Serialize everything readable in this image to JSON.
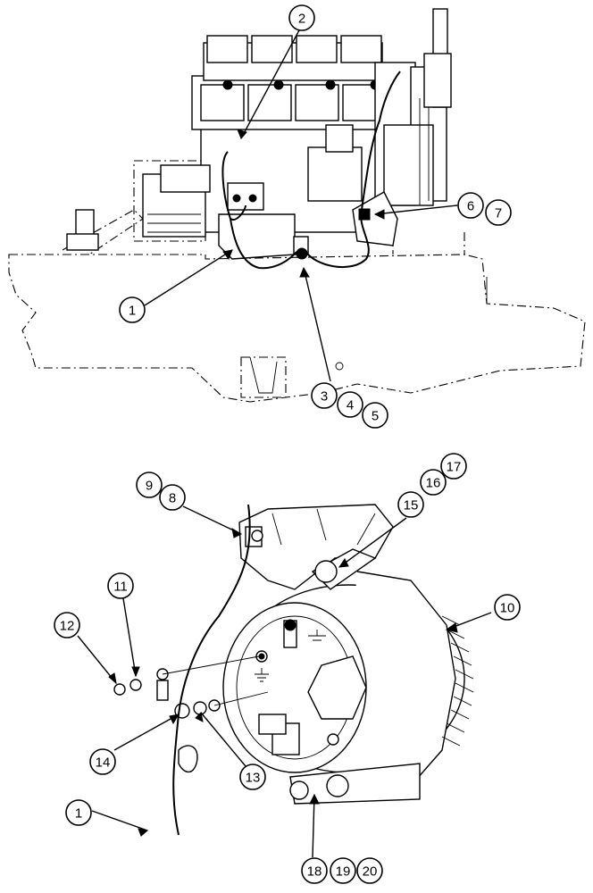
{
  "callouts": [
    {
      "id": "c1a",
      "label": "1"
    },
    {
      "id": "c2",
      "label": "2"
    },
    {
      "id": "c3",
      "label": "3"
    },
    {
      "id": "c4",
      "label": "4"
    },
    {
      "id": "c5",
      "label": "5"
    },
    {
      "id": "c6",
      "label": "6"
    },
    {
      "id": "c7",
      "label": "7"
    },
    {
      "id": "c8",
      "label": "8"
    },
    {
      "id": "c9",
      "label": "9"
    },
    {
      "id": "c10",
      "label": "10"
    },
    {
      "id": "c11",
      "label": "11"
    },
    {
      "id": "c12",
      "label": "12"
    },
    {
      "id": "c13",
      "label": "13"
    },
    {
      "id": "c14",
      "label": "14"
    },
    {
      "id": "c15",
      "label": "15"
    },
    {
      "id": "c16",
      "label": "16"
    },
    {
      "id": "c17",
      "label": "17"
    },
    {
      "id": "c18",
      "label": "18"
    },
    {
      "id": "c19",
      "label": "19"
    },
    {
      "id": "c20",
      "label": "20"
    },
    {
      "id": "c1b",
      "label": "1"
    }
  ],
  "views": {
    "upper": "engine-with-wiring-harness",
    "lower": "alternator-assembly"
  },
  "icons": [
    "alternator-terminal-icon",
    "ground-symbol-icon"
  ]
}
